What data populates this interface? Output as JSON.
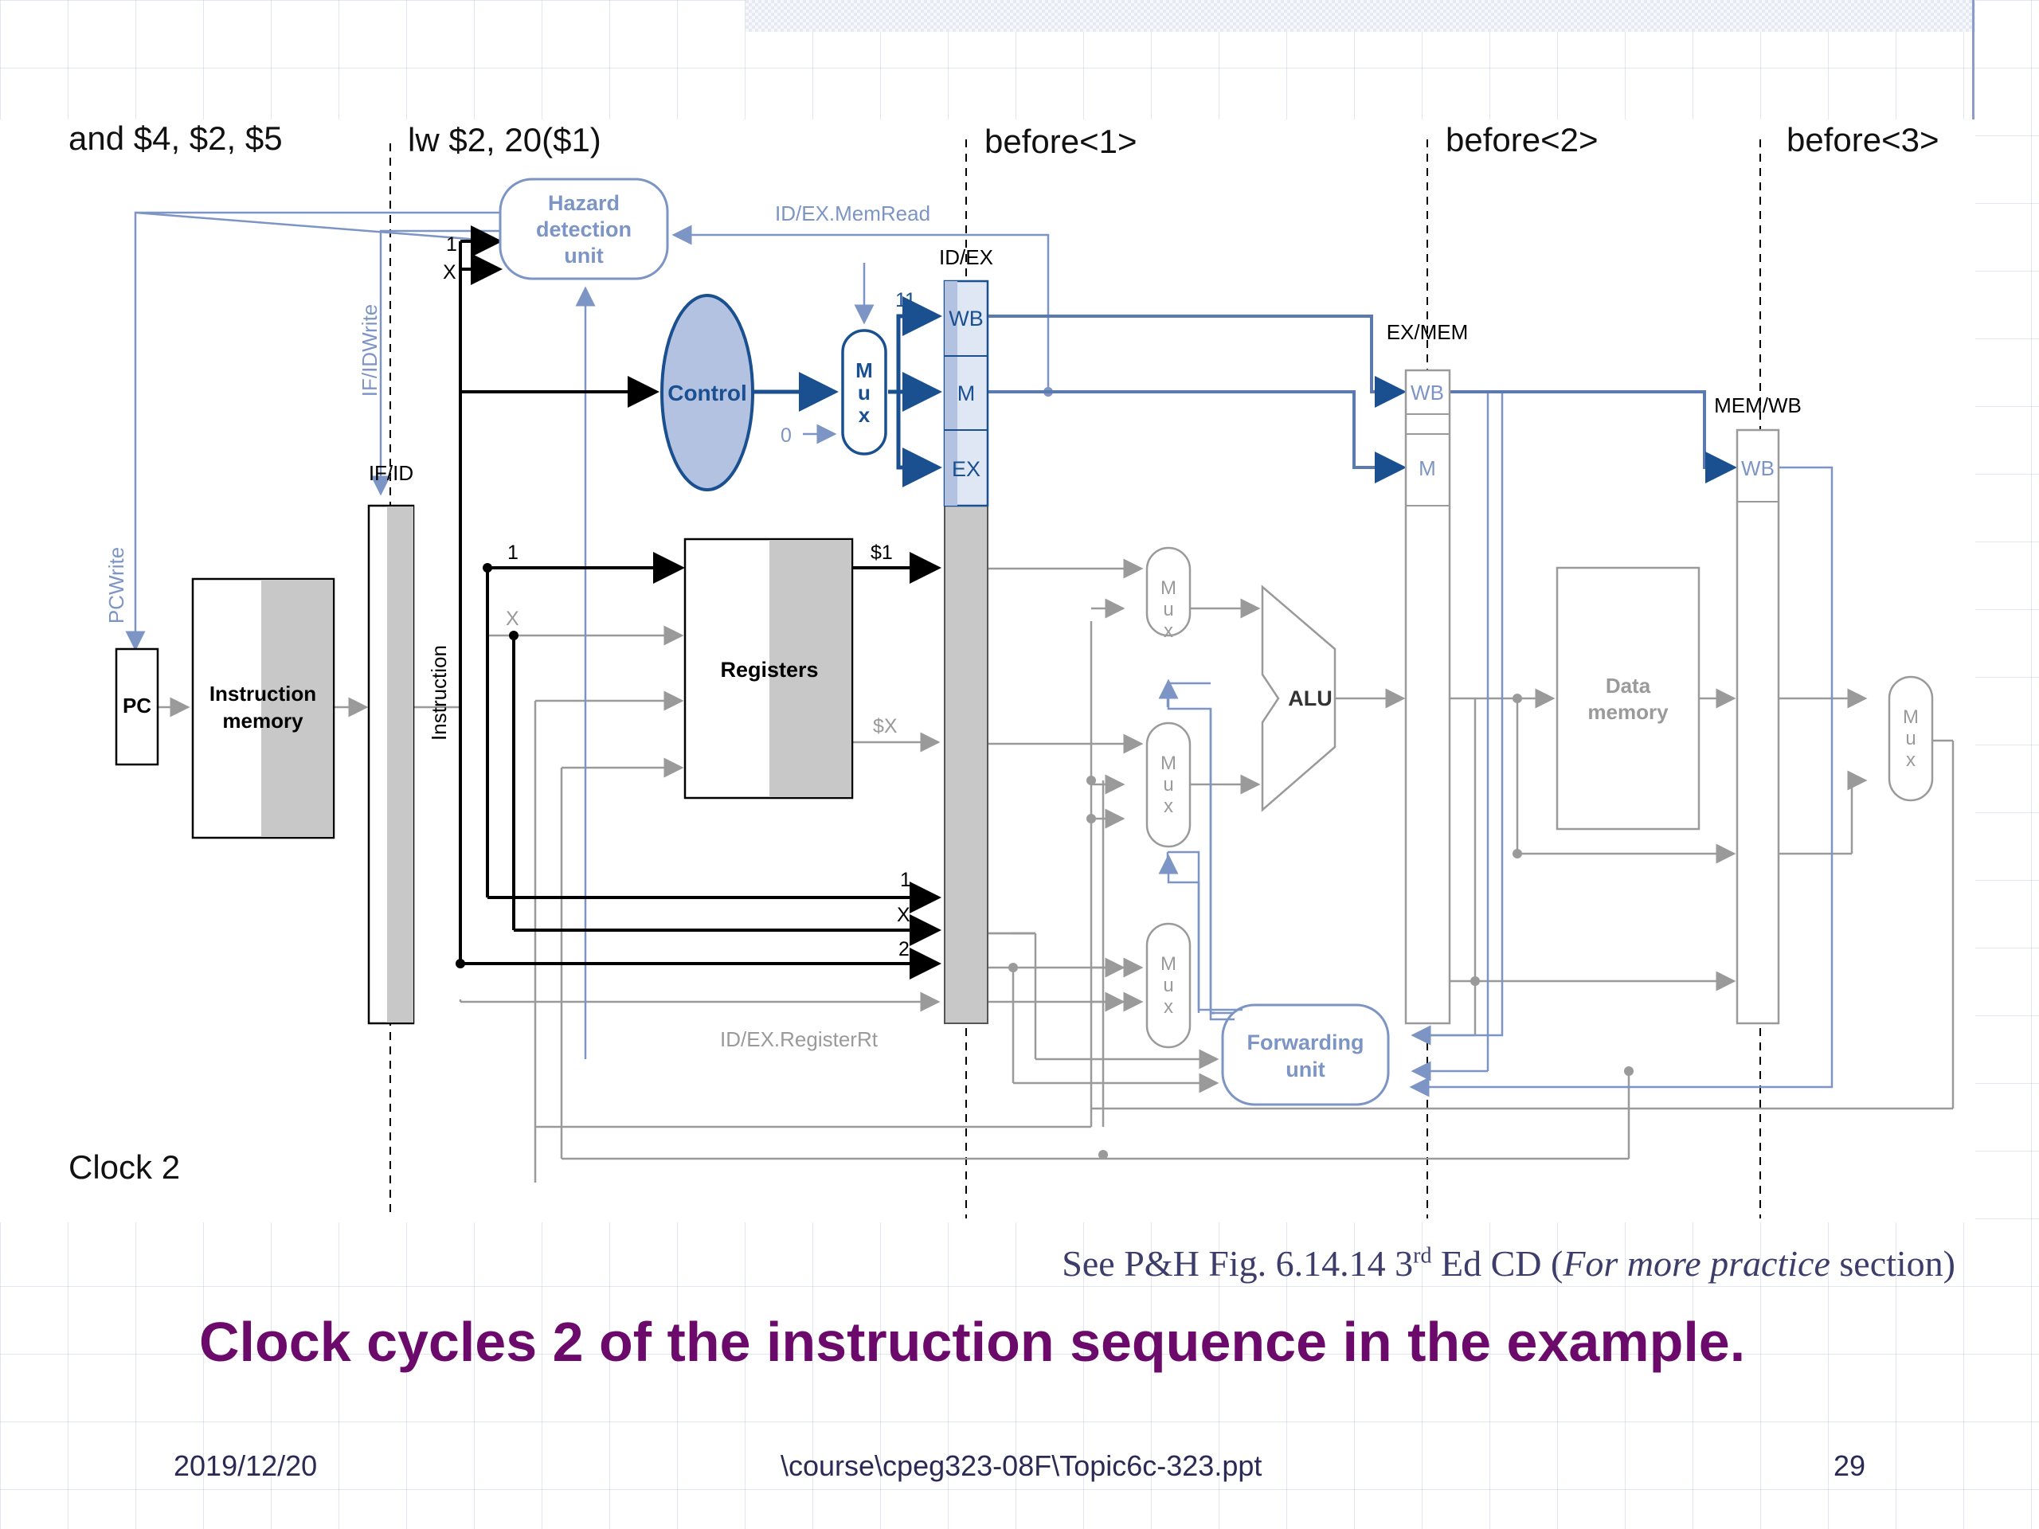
{
  "slide": {
    "caption_ref": {
      "prefix": "See P&H Fig. 6.14.14 3",
      "sup": "rd",
      "middle": " Ed CD (",
      "italic": "For more practice",
      "suffix": " section)"
    },
    "title": "Clock cycles 2 of the instruction sequence in the example.",
    "footer": {
      "date": "2019/12/20",
      "path": "\\course\\cpeg323-08F\\Topic6c-323.ppt",
      "page": "29"
    }
  },
  "diagram": {
    "stage_labels": {
      "s1": "and $4, $2, $5",
      "s2": "lw $2, 20($1)",
      "s3": "before<1>",
      "s4": "before<2>",
      "s5": "before<3>"
    },
    "clock_label": "Clock 2",
    "hazard_unit": {
      "line1": "Hazard",
      "line2": "detection",
      "line3": "unit"
    },
    "control": "Control",
    "registers": "Registers",
    "pc": "PC",
    "instruction_memory": {
      "line1": "Instruction",
      "line2": "memory"
    },
    "instruction_label": "Instruction",
    "alu": "ALU",
    "data_memory": {
      "line1": "Data",
      "line2": "memory"
    },
    "forwarding_unit": {
      "line1": "Forwarding",
      "line2": "unit"
    },
    "pipeline_registers": {
      "ifid": "IF/ID",
      "idex": "ID/EX",
      "exmem": "EX/MEM",
      "memwb": "MEM/WB"
    },
    "control_fields": {
      "wb": "WB",
      "m": "M",
      "ex": "EX"
    },
    "signals": {
      "idex_memread": "ID/EX.MemRead",
      "idex_registerrt": "ID/EX.RegisterRt",
      "ifidwrite": "IF/IDWrite",
      "pcwrite": "PCWrite"
    },
    "values": {
      "hazard_in_1": "1",
      "hazard_in_x": "X",
      "control_out": "11",
      "mux_zero": "0",
      "reg_read1": "1",
      "reg_read2": "X",
      "reg_out1": "$1",
      "reg_out2": "$X",
      "rs": "1",
      "rt": "X",
      "rd": "2"
    },
    "mux_letters": {
      "m": "M",
      "u": "u",
      "x": "x"
    }
  },
  "colors": {
    "blue_accent": "#1a5090",
    "light_blue": "#7d95c5",
    "control_fill": "#b4c2e2",
    "title_purple": "#6b0a6b",
    "gray_line": "#9a9a9a"
  }
}
